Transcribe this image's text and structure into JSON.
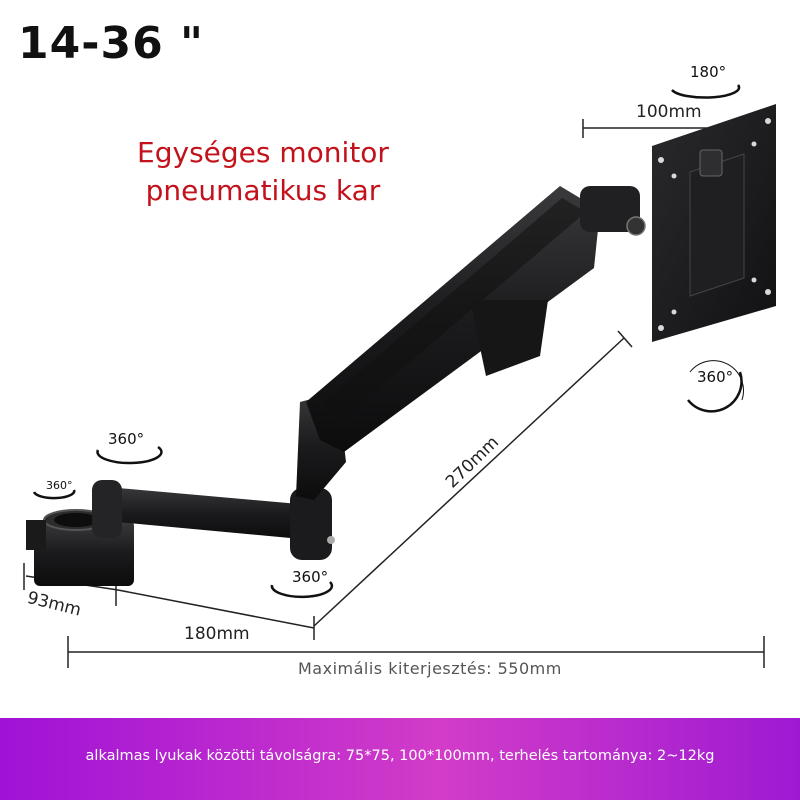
{
  "header": {
    "size_range": "14-36 \"",
    "subtitle_line1": "Egységes monitor",
    "subtitle_line2": "pneumatikus kar"
  },
  "dimensions": {
    "vesa_width": "100mm",
    "arm_length": "270mm",
    "base_depth": "93mm",
    "lower_arm": "180mm",
    "max_extension": "Maximális kiterjesztés: 550mm"
  },
  "rotations": {
    "plate_tilt": "180°",
    "plate_swivel": "360°",
    "elbow_top": "360°",
    "base_small": "360°",
    "elbow_bottom": "360°"
  },
  "footer": {
    "spec_text": "alkalmas lyukak közötti távolságra: 75*75, 100*100mm, terhelés tartománya: 2~12kg"
  },
  "colors": {
    "title_red": "#c3121b",
    "footer_purple": "#a012d6",
    "arm_black": "#1b1b1d"
  }
}
